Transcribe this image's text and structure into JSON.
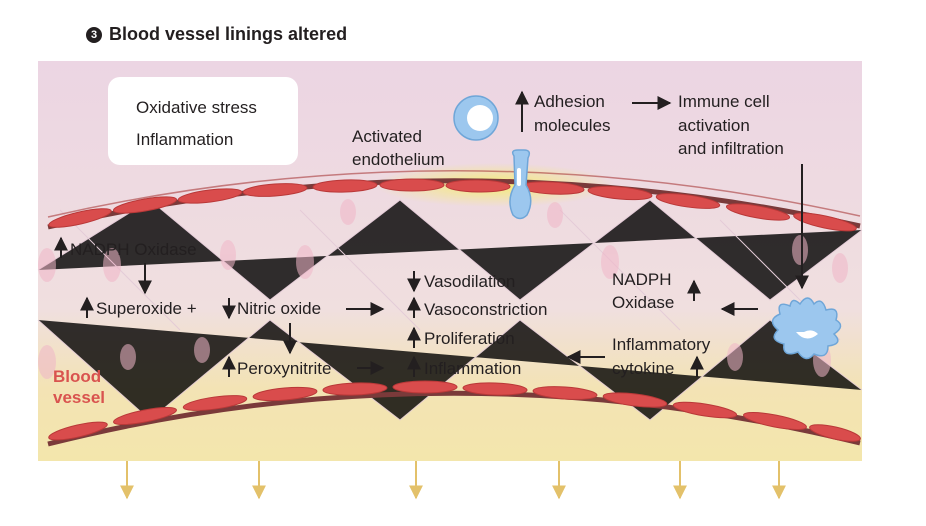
{
  "heading": {
    "number": "3",
    "title": "Blood vessel linings altered"
  },
  "legend": {
    "item1": "Oxidative stress",
    "item2": "Inflammation"
  },
  "labels": {
    "activated_endothelium_1": "Activated",
    "activated_endothelium_2": "endothelium",
    "adhesion_1": "Adhesion",
    "adhesion_2": "molecules",
    "immune_1": "Immune cell",
    "immune_2": "activation",
    "immune_3": "and infiltration",
    "nadph_left": "NADPH Oxidase",
    "superoxide": "Superoxide +",
    "nitric_oxide": "Nitric oxide",
    "peroxynitrite": "Peroxynitrite",
    "vasodilation": "Vasodilation",
    "vasoconstriction": "Vasoconstriction",
    "proliferation": "Proliferation",
    "inflammation": "Inflammation",
    "nadph_right_1": "NADPH",
    "nadph_right_2": "Oxidase",
    "cytokine_1": "Inflammatory",
    "cytokine_2": "cytokine",
    "vessel_1": "Blood",
    "vessel_2": "vessel"
  },
  "colors": {
    "vessel_fill_top": "#ecd5e3",
    "vessel_fill_bottom": "#f3e6b0",
    "cell_red": "#d94c4c",
    "wall_brown": "#7a3a3a",
    "immune_blue": "#9cc7ee",
    "glow_yellow": "#f4ec7a",
    "flow_arrow": "#e3c16a"
  }
}
